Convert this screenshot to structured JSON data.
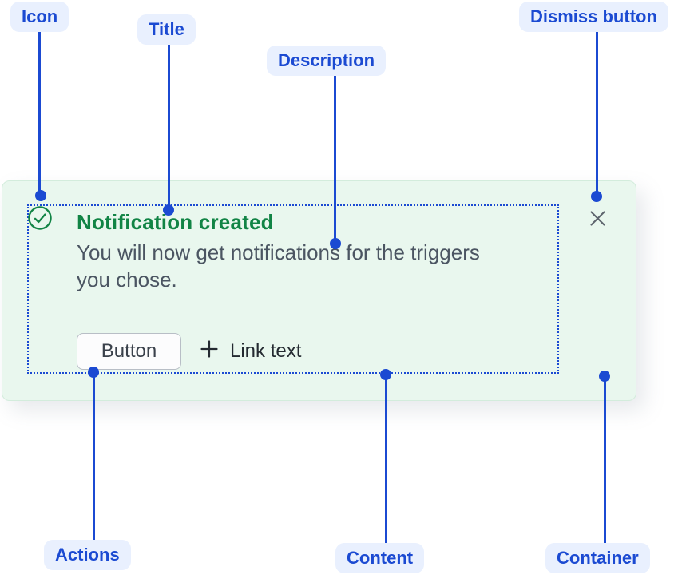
{
  "colors": {
    "annotation_blue": "#1b4ad2",
    "annotation_pill_bg": "#e9f0fe",
    "card_bg": "#e9f7ee",
    "card_border": "#d3ecdc",
    "success_green": "#118445",
    "description_gray": "#4b5562",
    "dismiss_gray": "#5d646d"
  },
  "annotations": {
    "icon": "Icon",
    "title": "Title",
    "description": "Description",
    "dismiss": "Dismiss button",
    "actions": "Actions",
    "content": "Content",
    "container": "Container"
  },
  "flag": {
    "status_icon": "success-check-icon",
    "title": "Notification created",
    "description": "You will now get notifications for the triggers you chose.",
    "actions": {
      "button_label": "Button",
      "link_icon": "plus-icon",
      "link_label": "Link text"
    },
    "dismiss_icon": "close-icon"
  }
}
